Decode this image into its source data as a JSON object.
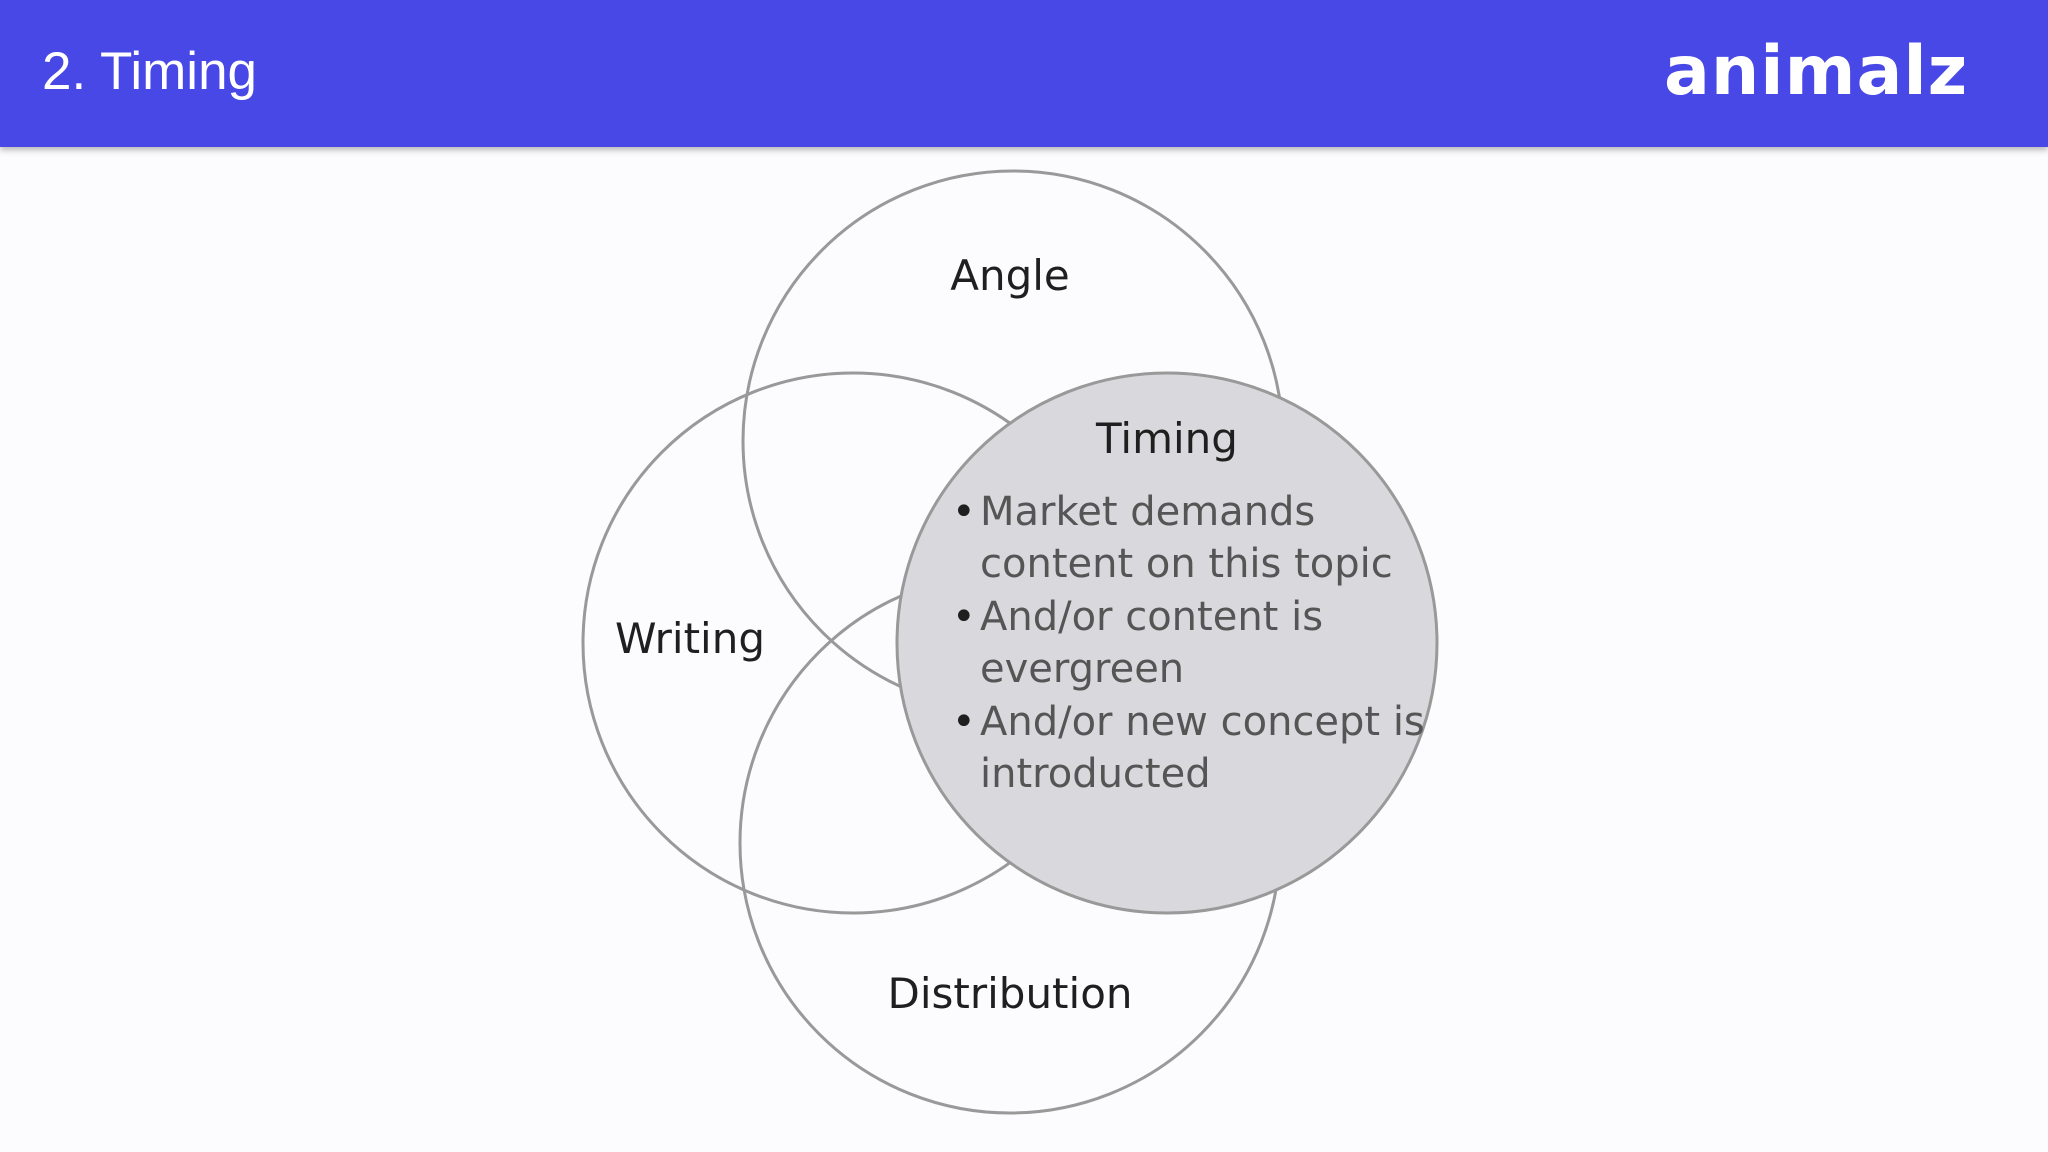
{
  "header": {
    "title": "2. Timing",
    "logo_text": "animalz"
  },
  "colors": {
    "header_bg": "#4848e6",
    "page_bg": "#fcfbfd",
    "highlight_fill": "#d9d8dc",
    "circle_stroke": "#999999"
  },
  "diagram": {
    "circles": {
      "angle": {
        "label": "Angle"
      },
      "writing": {
        "label": "Writing"
      },
      "distribution": {
        "label": "Distribution"
      },
      "timing": {
        "label": "Timing",
        "bullets": [
          {
            "lines": [
              "Market demands",
              "content on this topic"
            ]
          },
          {
            "lines": [
              "And/or content is",
              "evergreen"
            ]
          },
          {
            "lines": [
              "And/or new concept is",
              "introducted"
            ]
          }
        ]
      }
    }
  }
}
